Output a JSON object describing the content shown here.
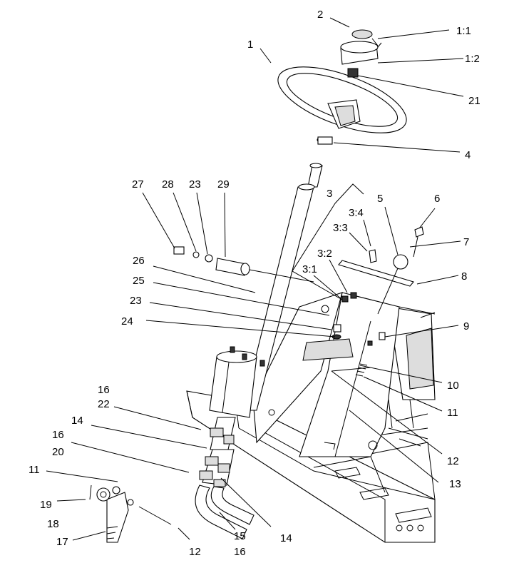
{
  "labels": [
    "2",
    "1:1",
    "1",
    "1:2",
    "21",
    "4",
    "27",
    "28",
    "23",
    "29",
    "3",
    "5",
    "6",
    "3:4",
    "3:3",
    "7",
    "3:2",
    "3:1",
    "26",
    "8",
    "25",
    "23",
    "24",
    "9",
    "10",
    "11",
    "16",
    "22",
    "14",
    "12",
    "16",
    "20",
    "13",
    "11",
    "19",
    "18",
    "17",
    "14",
    "15",
    "16",
    "12"
  ]
}
